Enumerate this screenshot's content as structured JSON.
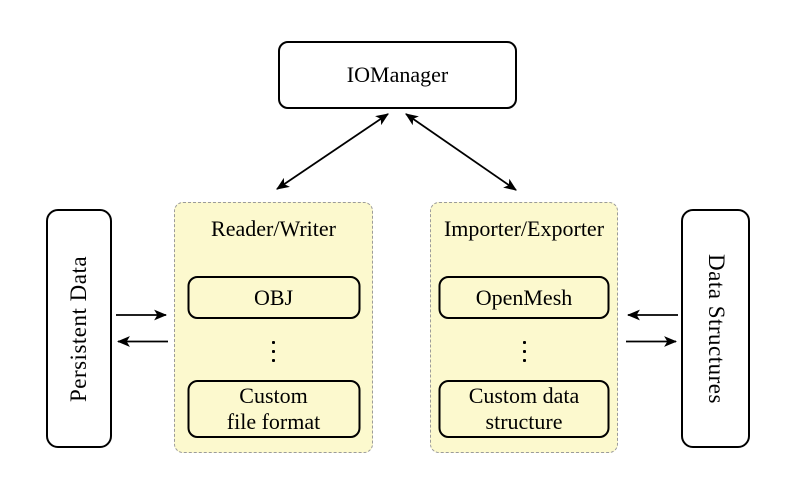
{
  "colors": {
    "panel_fill": "#fcf9ce",
    "panel_border": "#9b9b9b",
    "box_border": "#000000",
    "box_fill": "#ffffff",
    "arrow": "#000000",
    "text": "#000000",
    "background": "#ffffff"
  },
  "nodes": {
    "iomanager": {
      "label": "IOManager"
    },
    "persistent_data": {
      "label": "Persistent Data"
    },
    "data_structures": {
      "label": "Data Structures"
    }
  },
  "panels": [
    {
      "title": "Reader/Writer",
      "top_item": "OBJ",
      "bottom_item_lines": [
        "Custom",
        "file format"
      ]
    },
    {
      "title": "Importer/Exporter",
      "top_item": "OpenMesh",
      "bottom_item_lines": [
        "Custom data",
        "structure"
      ]
    }
  ],
  "connections": [
    {
      "from": "IOManager",
      "to": "Reader/Writer",
      "style": "double-arrow"
    },
    {
      "from": "IOManager",
      "to": "Importer/Exporter",
      "style": "double-arrow"
    },
    {
      "from": "Persistent Data",
      "to": "Reader/Writer",
      "style": "arrow"
    },
    {
      "from": "Reader/Writer",
      "to": "Persistent Data",
      "style": "arrow"
    },
    {
      "from": "Data Structures",
      "to": "Importer/Exporter",
      "style": "arrow"
    },
    {
      "from": "Importer/Exporter",
      "to": "Data Structures",
      "style": "arrow"
    }
  ]
}
